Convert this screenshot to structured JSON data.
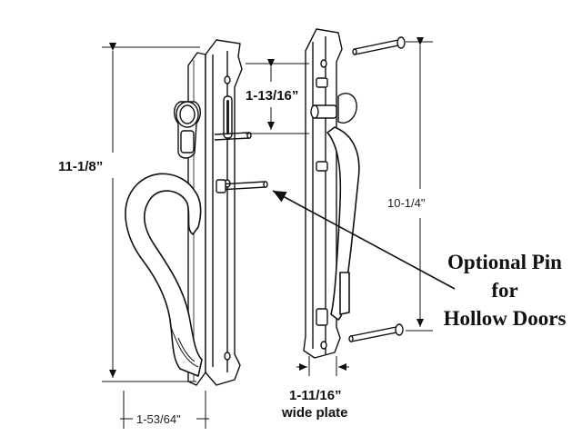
{
  "dimensions": {
    "overall_height": "11-1/8”",
    "spindle_spacing": "1-13/16”",
    "screw_spacing": "10-1/4\"",
    "backset": "1-53/64\"",
    "plate_width": "1-11/16”",
    "plate_width_note": "wide plate"
  },
  "callout": {
    "line1": "Optional Pin",
    "line2": "for",
    "line3": "Hollow Doors"
  }
}
